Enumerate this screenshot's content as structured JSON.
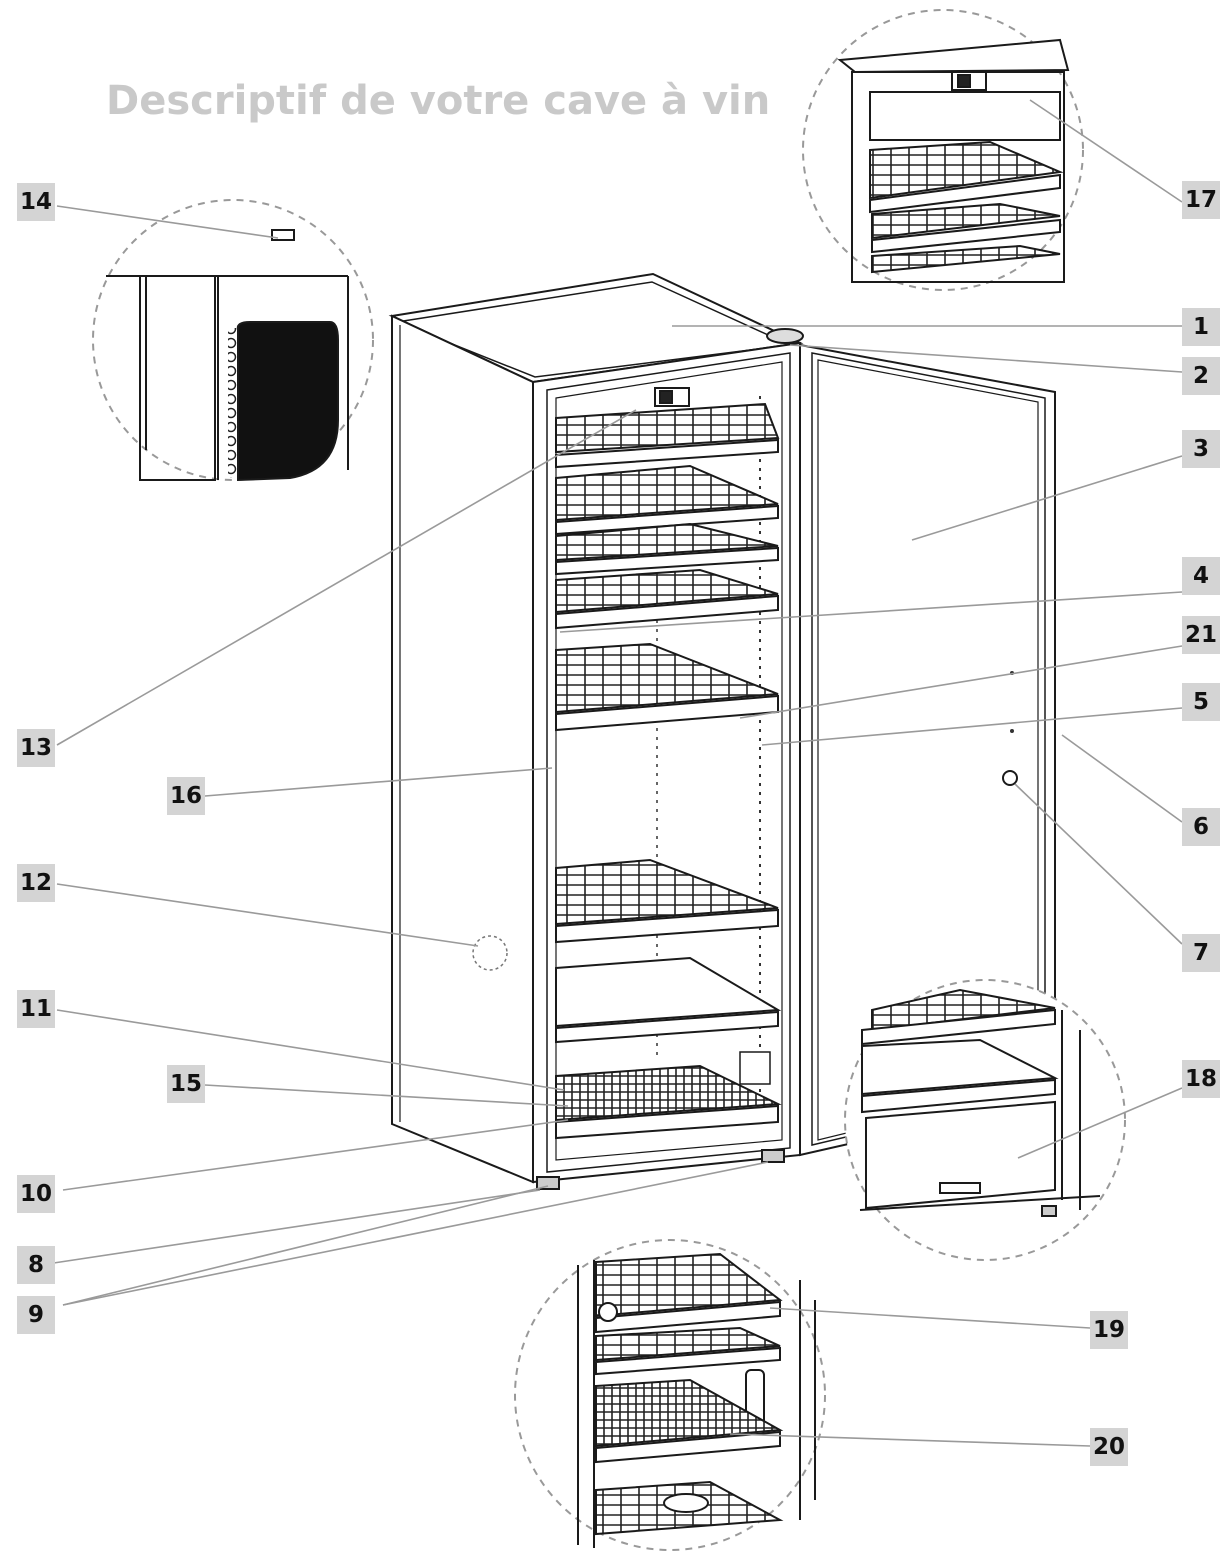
{
  "title": "Descriptif de votre cave à vin",
  "labels": [
    "1",
    "2",
    "3",
    "4",
    "5",
    "6",
    "7",
    "8",
    "9",
    "10",
    "11",
    "12",
    "13",
    "14",
    "15",
    "16",
    "17",
    "18",
    "19",
    "20",
    "21"
  ]
}
